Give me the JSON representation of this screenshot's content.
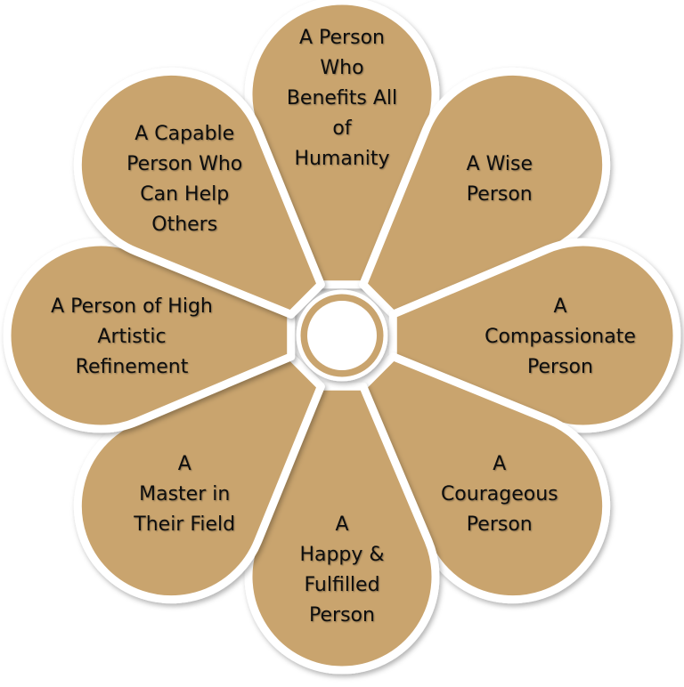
{
  "diagram": {
    "colors": {
      "petal": "#C9A46E",
      "gap": "#FFFFFF",
      "text": "#111111"
    },
    "petals": [
      {
        "lines": [
          "A Person",
          "Who",
          "Benefits All",
          "of",
          "Humanity"
        ]
      },
      {
        "lines": [
          "A Wise",
          "Person"
        ]
      },
      {
        "lines": [
          "A",
          "Compassionate",
          "Person"
        ]
      },
      {
        "lines": [
          "A",
          "Courageous",
          "Person"
        ]
      },
      {
        "lines": [
          "A",
          "Happy &",
          "Fulfilled",
          "Person"
        ]
      },
      {
        "lines": [
          "A",
          "Master in",
          "Their Field"
        ]
      },
      {
        "lines": [
          "A Person of High",
          "Artistic",
          "Refinement"
        ]
      },
      {
        "lines": [
          "A Capable",
          "Person Who",
          "Can Help",
          "Others"
        ]
      }
    ]
  }
}
